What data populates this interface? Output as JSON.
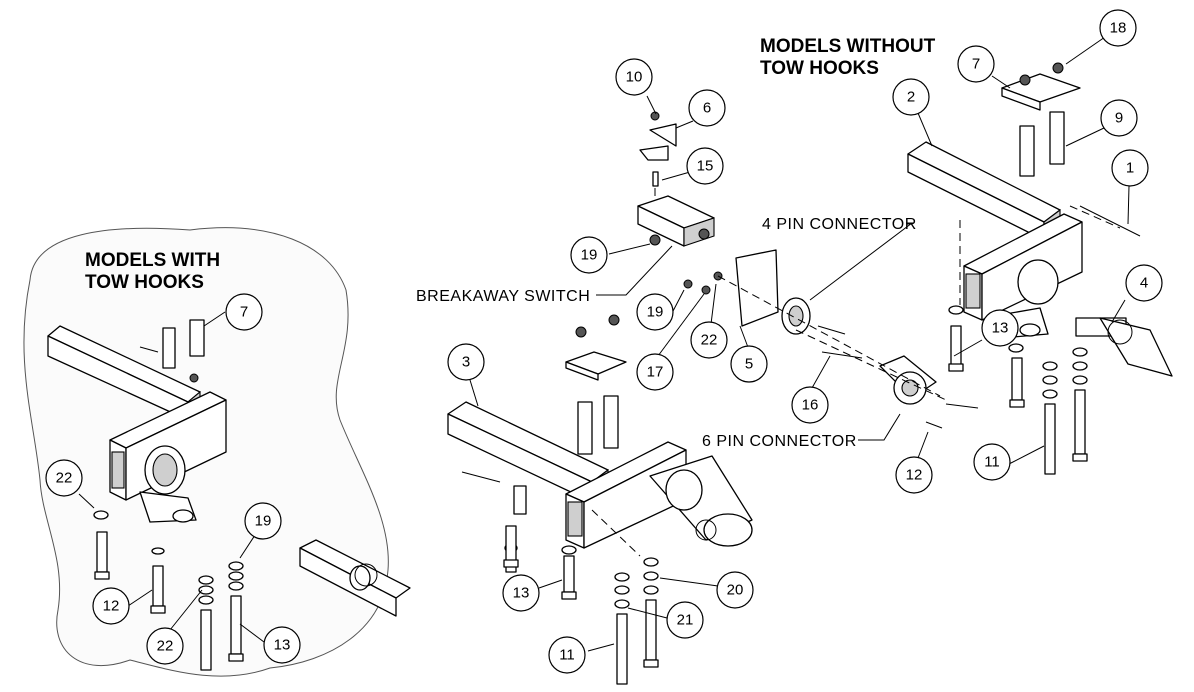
{
  "headers": {
    "with_tow_hooks": [
      "MODELS WITH",
      "TOW HOOKS"
    ],
    "without_tow_hooks": [
      "MODELS WITHOUT",
      "TOW HOOKS"
    ]
  },
  "labels": {
    "breakaway_switch": "BREAKAWAY SWITCH",
    "four_pin": "4 PIN CONNECTOR",
    "six_pin": "6 PIN CONNECTOR"
  },
  "callouts": {
    "c10": "10",
    "c6": "6",
    "c15": "15",
    "c19a": "19",
    "c19b": "19",
    "c17": "17",
    "c22a": "22",
    "c5": "5",
    "c16": "16",
    "c12a": "12",
    "c3": "3",
    "c13a": "13",
    "c11a": "11",
    "c20": "20",
    "c21": "21",
    "c18": "18",
    "c7a": "7",
    "c2": "2",
    "c9": "9",
    "c1": "1",
    "c4": "4",
    "c13b": "13",
    "c11b": "11",
    "c7b": "7",
    "c22b": "22",
    "c12b": "12",
    "c19c": "19",
    "c22c": "22",
    "c13c": "13"
  }
}
